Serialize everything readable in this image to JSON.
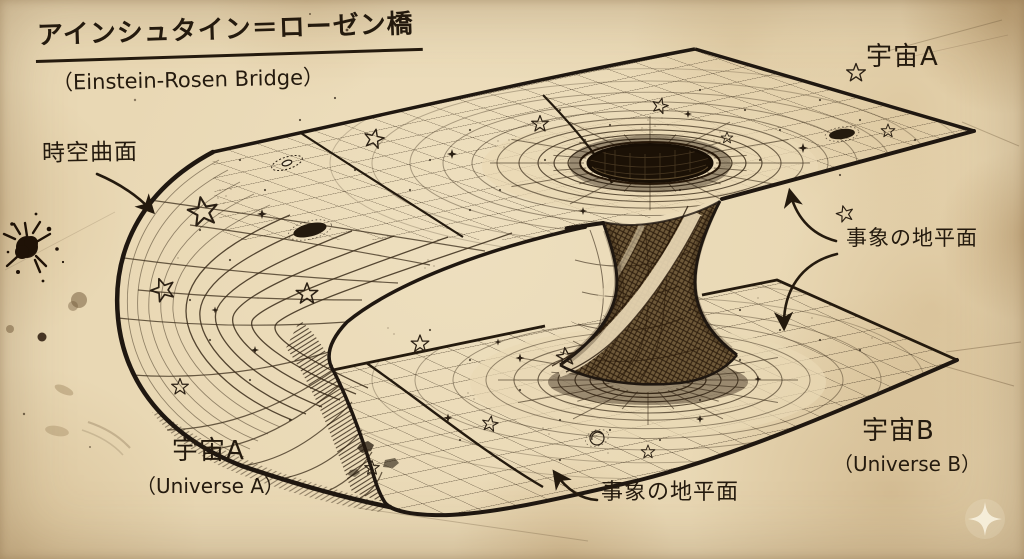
{
  "title": {
    "ja": "アインシュタイン＝ローゼン橋",
    "en": "（Einstein-Rosen Bridge）"
  },
  "annotations": {
    "spacetime_surface": "時空曲面",
    "universe_a_top": "宇宙A",
    "universe_a_bottom_ja": "宇宙A",
    "universe_a_bottom_en": "（Universe A）",
    "universe_b_ja": "宇宙B",
    "universe_b_en": "（Universe B）",
    "event_horizon_right": "事象の地平面",
    "event_horizon_bottom": "事象の地平面"
  },
  "icons": {
    "sparkle": "✦",
    "ink_splatter": "●",
    "star": "☆",
    "arrow": "➔"
  },
  "colors": {
    "paper": "#e9d8b4",
    "ink": "#241a0e",
    "grid_line": "#3a2c1a",
    "stain": "#cdb389",
    "splatter": "#1f1207",
    "sparkle": "#f7efdb"
  }
}
